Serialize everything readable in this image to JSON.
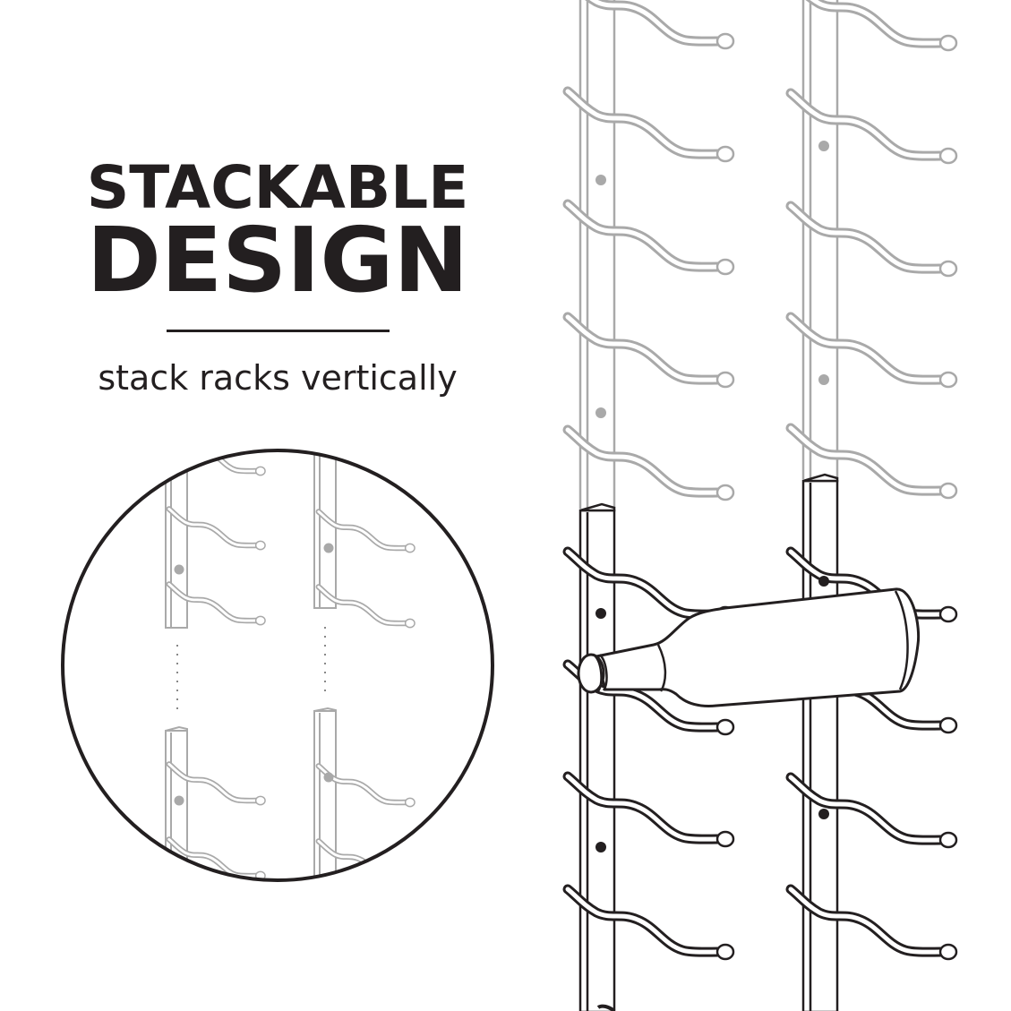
{
  "headline": {
    "line1": "STACKABLE",
    "line2": "DESIGN"
  },
  "subheadline": "stack racks vertically",
  "colors": {
    "text": "#231f20",
    "rack_foreground": "#231f20",
    "rack_background": "#aaaaaa",
    "background": "#ffffff"
  },
  "illustration": {
    "main": "two vertical wall-mounted wine rack rails with wave-shaped bottle hooks, lower racks stacked below upper racks, one wine bottle resting horizontally on hooks",
    "inset": "circular detail showing lower rack rails aligned under upper rail ends with dotted guide lines"
  }
}
